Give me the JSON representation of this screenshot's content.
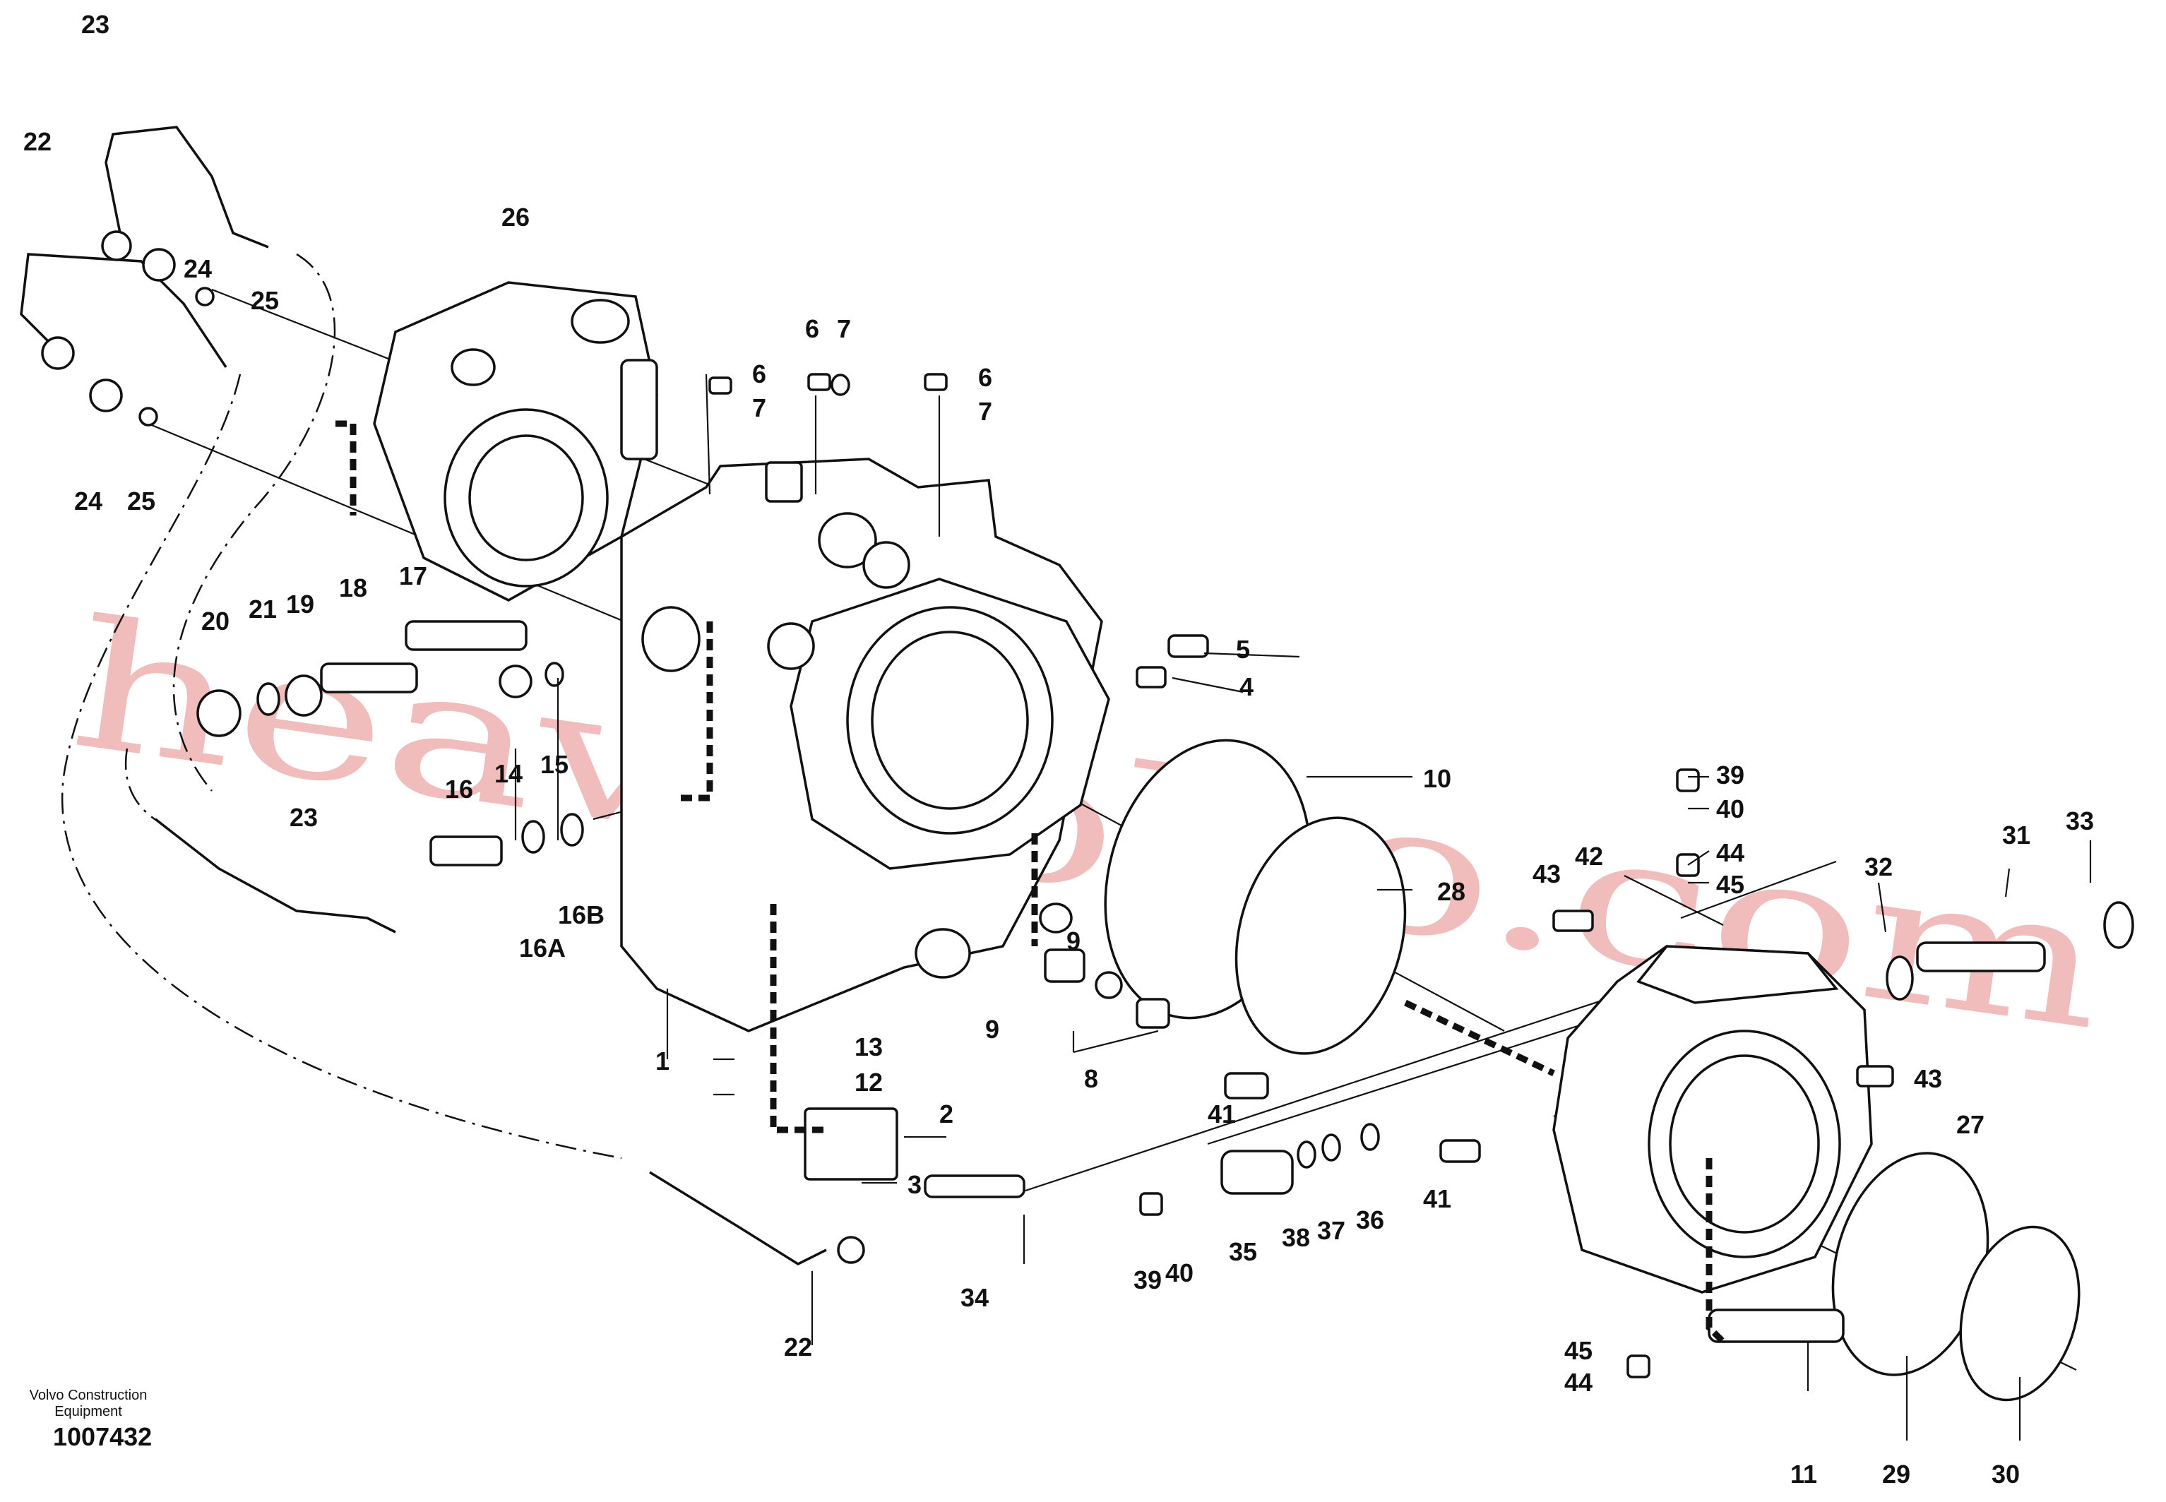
{
  "watermark": "heavyvolvo.com",
  "footer": {
    "company_line1": "Volvo Construction",
    "company_line2": "Equipment",
    "drawing_number": "1007432"
  },
  "callouts": {
    "c1": "1",
    "c2": "2",
    "c3": "3",
    "c4": "4",
    "c5": "5",
    "c6a": "6",
    "c6b": "6",
    "c6c": "6",
    "c7a": "7",
    "c7b": "7",
    "c7c": "7",
    "c8": "8",
    "c9a": "9",
    "c9b": "9",
    "c10": "10",
    "c11": "11",
    "c12": "12",
    "c13": "13",
    "c14": "14",
    "c15": "15",
    "c16": "16",
    "c16A": "16A",
    "c16B": "16B",
    "c17": "17",
    "c18": "18",
    "c19": "19",
    "c20": "20",
    "c21": "21",
    "c22a": "22",
    "c22b": "22",
    "c23a": "23",
    "c23b": "23",
    "c24a": "24",
    "c24b": "24",
    "c25a": "25",
    "c25b": "25",
    "c26": "26",
    "c27": "27",
    "c28": "28",
    "c29": "29",
    "c30": "30",
    "c31": "31",
    "c32": "32",
    "c33": "33",
    "c34": "34",
    "c35": "35",
    "c36": "36",
    "c37": "37",
    "c38": "38",
    "c39a": "39",
    "c39b": "39",
    "c40a": "40",
    "c40b": "40",
    "c41a": "41",
    "c41b": "41",
    "c42": "42",
    "c43a": "43",
    "c43b": "43",
    "c44a": "44",
    "c44b": "44",
    "c45a": "45",
    "c45b": "45"
  }
}
